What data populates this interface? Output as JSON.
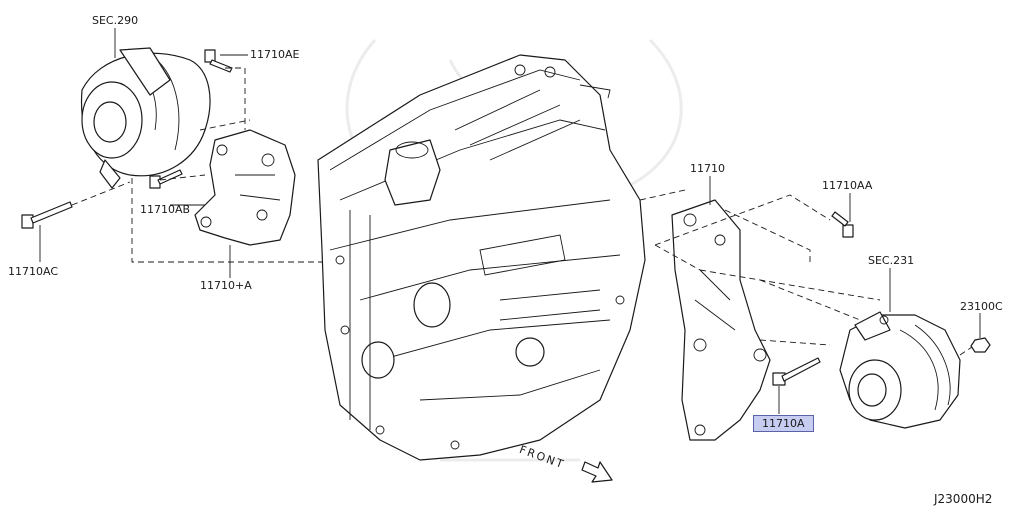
{
  "labels": {
    "sec290": "SEC.290",
    "p11710AE": "11710AE",
    "p11710AB": "11710AB",
    "p11710AC": "11710AC",
    "p11710A_plus": "11710+A",
    "p11710": "11710",
    "p11710AA": "11710AA",
    "sec231": "SEC.231",
    "p23100C": "23100C",
    "p11710A": "11710A",
    "front": "FRONT",
    "ref_code": "J23000H2"
  },
  "highlight": {
    "part": "11710A",
    "color": "#c7cdf0",
    "border": "#5a63a8"
  }
}
